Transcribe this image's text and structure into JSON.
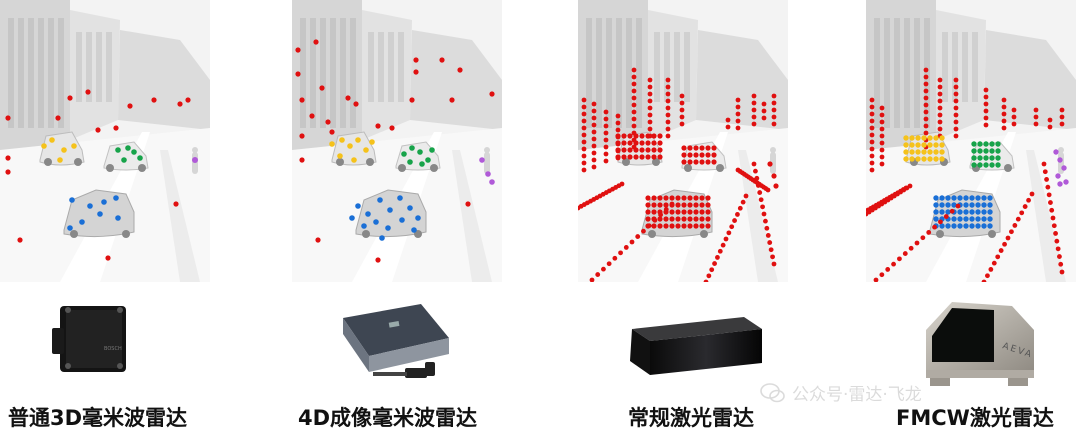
{
  "panels": [
    {
      "id": "mmwave-3d",
      "caption": "普通3D毫米波雷达"
    },
    {
      "id": "mmwave-4d",
      "caption": "4D成像毫米波雷达"
    },
    {
      "id": "lidar-conventional",
      "caption": "常规激光雷达"
    },
    {
      "id": "lidar-fmcw",
      "caption": "FMCW激光雷达"
    }
  ],
  "device_labels": {
    "aeva_logo": "AEVA",
    "bosch_logo": "BOSCH"
  },
  "watermark": {
    "icon": "wechat-icon",
    "text": "公众号·雷达·飞龙"
  },
  "colors": {
    "background_point": "#e01010",
    "car_left": "#f5c21b",
    "car_small": "#17a34a",
    "car_front": "#1a6fd6",
    "pedestrian": "#b05ad8"
  }
}
